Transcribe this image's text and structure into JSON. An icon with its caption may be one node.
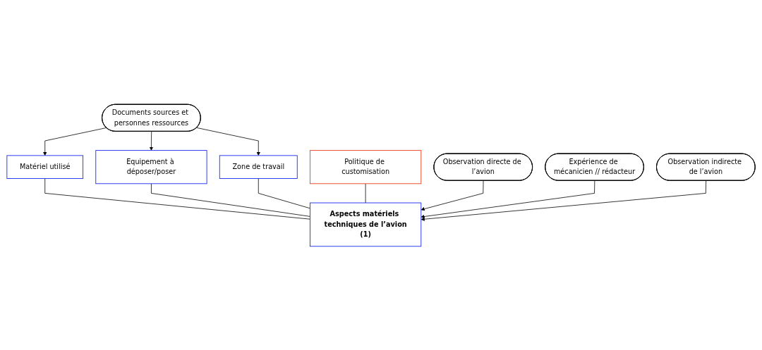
{
  "diagram": {
    "nodes": [
      {
        "text": [
          "Documents sources et personnes ressources"
        ]
      },
      {
        "text": [
          "Matériel utilisé"
        ]
      },
      {
        "text": [
          "Equipement à déposer/poser"
        ]
      },
      {
        "text": [
          "Zone de travail"
        ]
      },
      {
        "text": [
          "Politique de customisation"
        ]
      },
      {
        "text": [
          "Aspects matériels techniques de l’avion",
          "(1)"
        ]
      },
      {
        "text": [
          "Observation directe de l’avion"
        ]
      },
      {
        "text": [
          "Expérience de mécanicien // rédacteur"
        ]
      },
      {
        "text": [
          "Observation indirecte de l’avion"
        ]
      }
    ],
    "edges": [
      {
        "from": 0,
        "to": 1,
        "arrow": "to"
      },
      {
        "from": 0,
        "to": 2,
        "arrow": "to"
      },
      {
        "from": 0,
        "to": 3,
        "arrow": "to"
      },
      {
        "from": 1,
        "to": 5,
        "arrow": "none"
      },
      {
        "from": 2,
        "to": 5,
        "arrow": "none"
      },
      {
        "from": 3,
        "to": 5,
        "arrow": "none"
      },
      {
        "from": 4,
        "to": 5,
        "arrow": "none"
      },
      {
        "from": 6,
        "to": 5,
        "arrow": "to"
      },
      {
        "from": 7,
        "to": 5,
        "arrow": "to"
      },
      {
        "from": 8,
        "to": 5,
        "arrow": "to"
      }
    ]
  }
}
